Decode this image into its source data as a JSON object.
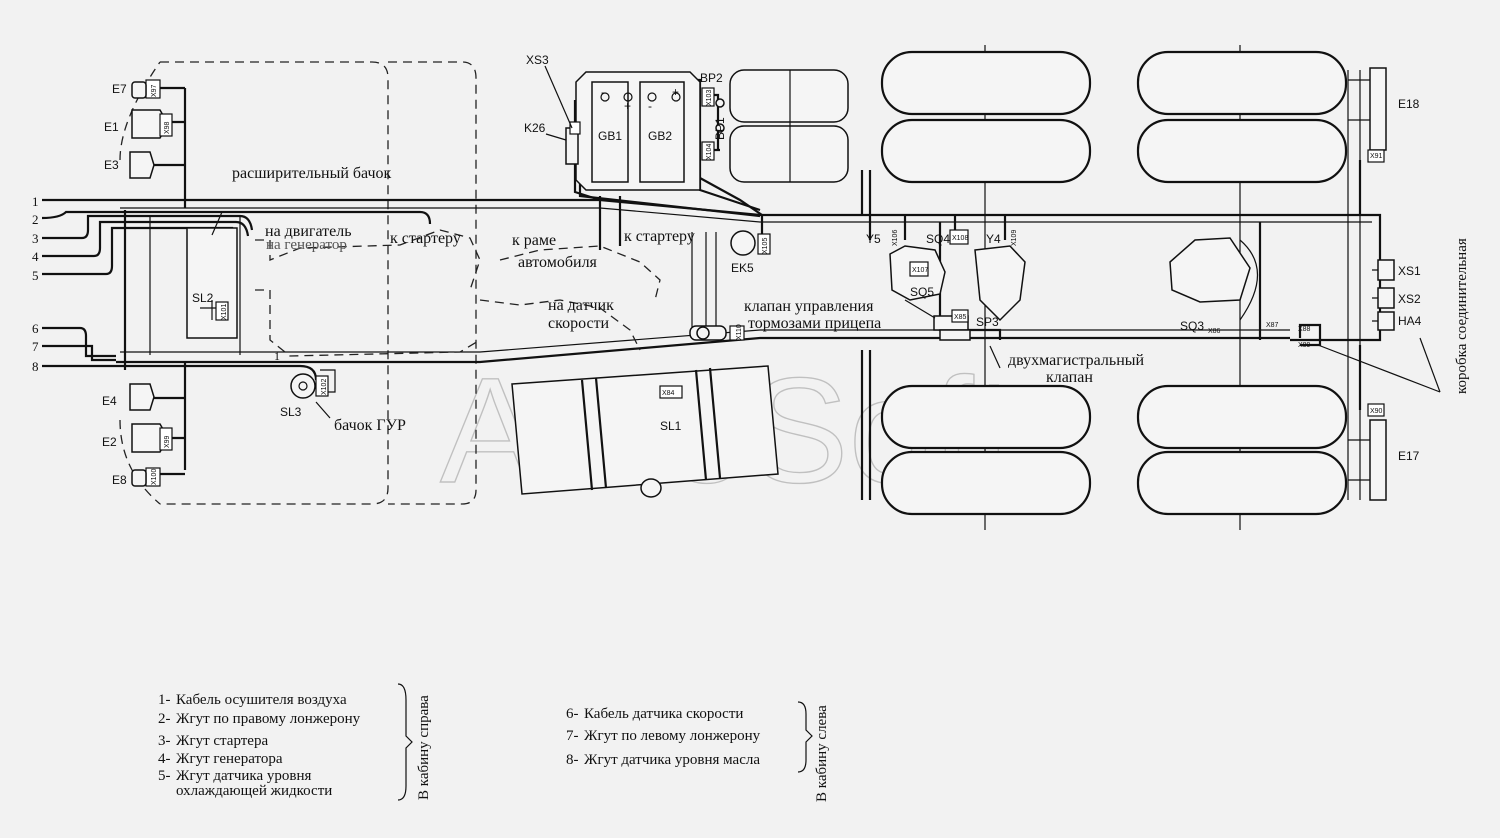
{
  "watermark": "AutoSoft",
  "wire_numbers": [
    "1",
    "2",
    "3",
    "4",
    "5",
    "6",
    "7",
    "8"
  ],
  "components": {
    "E7": "E7",
    "E1": "E1",
    "E3": "E3",
    "E4": "E4",
    "E2": "E2",
    "E8": "E8",
    "XS3": "XS3",
    "K26": "K26",
    "GB1": "GB1",
    "GB2": "GB2",
    "BP2": "BP2",
    "BP1": "BP1",
    "EK5": "EK5",
    "Y5": "Y5",
    "Y4": "Y4",
    "SQ4": "SQ4",
    "SQ5": "SQ5",
    "SP3": "SP3",
    "SQ3": "SQ3",
    "SL1": "SL1",
    "SL2": "SL2",
    "SL3": "SL3",
    "E18": "E18",
    "E17": "E17",
    "XS1": "XS1",
    "XS2": "XS2",
    "HA4": "HA4"
  },
  "connectors": {
    "x97": "X97",
    "x98": "X98",
    "x99": "X99",
    "x100": "X100",
    "x101": "X101",
    "x102": "X102",
    "x103": "X103",
    "x104": "X104",
    "x105": "X105",
    "x106": "X106",
    "x107": "X107",
    "x108": "X108",
    "x109": "X109",
    "x110": "X110",
    "x84": "X84",
    "x85": "X85",
    "x86": "X86",
    "x87": "X87",
    "x88": "X88",
    "x89": "X89",
    "x90": "X90",
    "x91": "X91"
  },
  "battery_signs": {
    "minus": "-",
    "plus": "+"
  },
  "annotations": {
    "expansion_tank": "расширительный бачок",
    "to_engine": "на двигатель",
    "to_generator": "на генератор",
    "to_starter_1": "к стартеру",
    "to_frame_1": "к раме",
    "to_frame_2": "автомобиля",
    "to_starter_2": "к стартеру",
    "speed_sensor_1": "на датчик",
    "speed_sensor_2": "скорости",
    "trailer_valve_1": "клапан управления",
    "trailer_valve_2": "тормозами прицепа",
    "dual_valve_1": "двухмагистральный",
    "dual_valve_2": "клапан",
    "gur_tank": "бачок ГУР",
    "junction_box": "коробка соединительная",
    "wire_one_mark": "1"
  },
  "legend": {
    "right": [
      {
        "num": "1-",
        "text": "Кабель осушителя воздуха"
      },
      {
        "num": "2-",
        "text": "Жгут по правому лонжерону"
      },
      {
        "num": "3-",
        "text": "Жгут стартера"
      },
      {
        "num": "4-",
        "text": "Жгут генератора"
      },
      {
        "num": "5-",
        "text": "Жгут датчика уровня"
      },
      {
        "num": "",
        "text": "охлаждающей жидкости"
      }
    ],
    "right_group": "В кабину справа",
    "left": [
      {
        "num": "6-",
        "text": "Кабель датчика скорости"
      },
      {
        "num": "7-",
        "text": "Жгут по левому лонжерону"
      },
      {
        "num": "8-",
        "text": "Жгут датчика уровня масла"
      }
    ],
    "left_group": "В кабину слева"
  }
}
